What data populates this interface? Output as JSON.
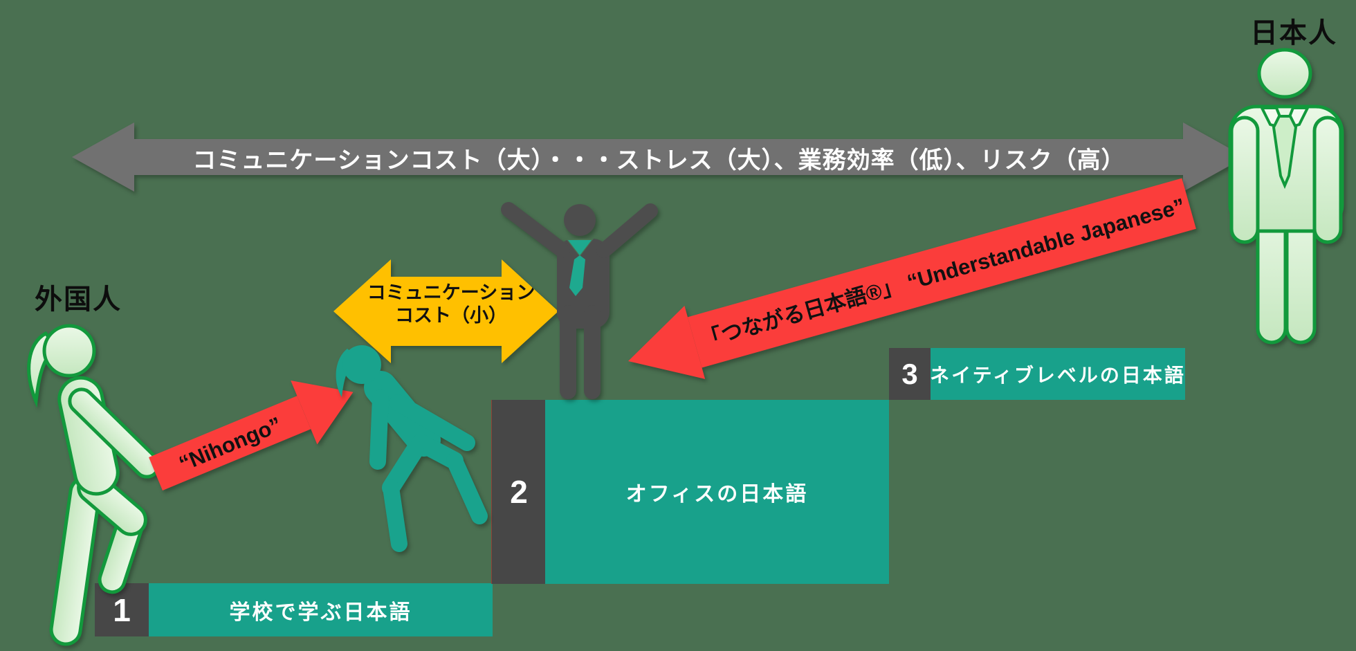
{
  "people": {
    "japanese_label": "日本人",
    "foreigner_label": "外国人",
    "figures": {
      "foreigner": "female-climber-pictogram",
      "learner_on_steps": "teal-climbing-woman-pictogram",
      "office_worker": "dark-man-arms-raised-pictogram",
      "japanese": "green-standing-businessman-pictogram"
    }
  },
  "top_arrow": {
    "text": "コミュニケーションコスト（大）・・・ストレス（大）、業務効率（低）、リスク（高）"
  },
  "small_cost_arrow": {
    "line1": "コミュニケーション",
    "line2": "コスト（小）"
  },
  "nihongo_arrow": {
    "text": "“Nihongo”"
  },
  "tsunagaru_arrow": {
    "text": "「つながる日本語®」 “Understandable Japanese”"
  },
  "steps": [
    {
      "number": "1",
      "label": "学校で学ぶ日本語"
    },
    {
      "number": "2",
      "label": "オフィスの日本語"
    },
    {
      "number": "3",
      "label": "ネイティブレベルの日本語"
    }
  ],
  "colors": {
    "background": "#4a7051",
    "gray_arrow": "#717171",
    "dark_box": "#474747",
    "dark_figure": "#4d4d4d",
    "teal": "#18a18b",
    "teal_figure": "#19a38d",
    "orange": "#ffc000",
    "red": "#fb3d3b",
    "figure_fill_light": "#eaf8e6",
    "figure_fill_dark": "#c5e7bf",
    "figure_stroke": "#12993c",
    "tie_teal": "#1ea98f",
    "label_text": "#0d0d0d",
    "arrow_text": "#ffffff"
  }
}
